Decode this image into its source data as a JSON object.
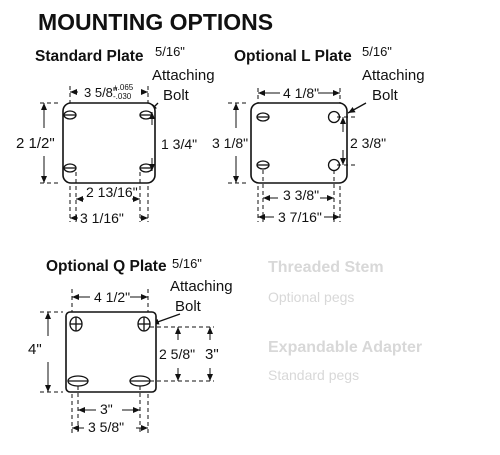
{
  "title": "MOUNTING OPTIONS",
  "standard_plate": {
    "label": "Standard Plate",
    "bolt_size": "5/16\"",
    "bolt_line1": "Attaching",
    "bolt_line2": "Bolt",
    "top_dim": "3 5/8\"",
    "tolerance_plus": "+.065",
    "tolerance_minus": "-.030",
    "left_dim": "2 1/2\"",
    "right_dim": "1 3/4\"",
    "bottom_dim_inner": "2 13/16\"",
    "bottom_dim_outer": "3 1/16\""
  },
  "optional_l_plate": {
    "label": "Optional L Plate",
    "bolt_size": "5/16\"",
    "bolt_line1": "Attaching",
    "bolt_line2": "Bolt",
    "top_dim": "4 1/8\"",
    "left_dim": "3 1/8\"",
    "right_dim": "2 3/8\"",
    "bottom_dim_inner": "3 3/8\"",
    "bottom_dim_outer": "3 7/16\""
  },
  "optional_q_plate": {
    "label": "Optional Q Plate",
    "bolt_size": "5/16\"",
    "bolt_line1": "Attaching",
    "bolt_line2": "Bolt",
    "top_dim": "4 1/2\"",
    "left_dim": "4\"",
    "inner_dim": "2 5/8\"",
    "right_dim": "3\"",
    "bottom_dim_inner": "3\"",
    "bottom_dim_outer": "3 5/8\""
  },
  "faded_text": {
    "line1": "Threaded Stem",
    "line2": "Optional pegs",
    "line3": "Expandable Adapter",
    "line4": "Standard pegs"
  }
}
